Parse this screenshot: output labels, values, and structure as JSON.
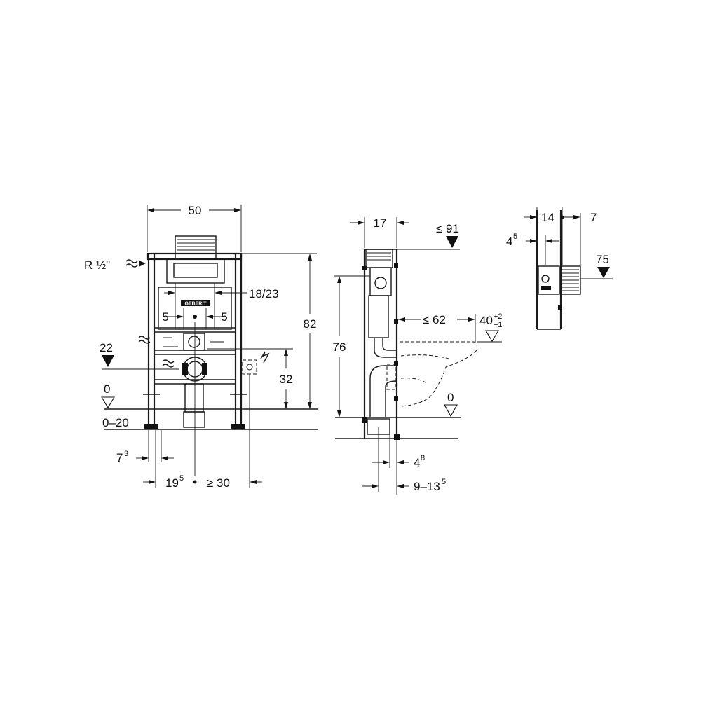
{
  "front_view": {
    "width": "50",
    "water_supply": "R ½\"",
    "height_total": "82",
    "flush_spacing": "18/23",
    "offset_left": "5",
    "offset_right": "5",
    "level_top": "22",
    "level_zero": "0",
    "floor_range": "0–20",
    "foot_offset_base": "7",
    "foot_offset_sup": "3",
    "axis_offset_base": "19",
    "axis_offset_sup": "5",
    "min_clearance": "≥ 30",
    "drain_height": "32",
    "brand_mark": "GEBERIT"
  },
  "side_view": {
    "depth": "17",
    "max_height": "≤ 91",
    "frame_height": "76",
    "bowl_depth": "≤ 62",
    "seat_height_base": "40",
    "seat_height_tol_plus": "+2",
    "seat_height_tol_minus": "−1",
    "level_zero": "0",
    "wall_offset_base": "4",
    "wall_offset_sup": "8",
    "wall_range_base": "9–13",
    "wall_range_sup": "5"
  },
  "detail_view": {
    "plate_width": "14",
    "plate_depth": "7",
    "gap_base": "4",
    "gap_sup": "5",
    "height": "75"
  }
}
